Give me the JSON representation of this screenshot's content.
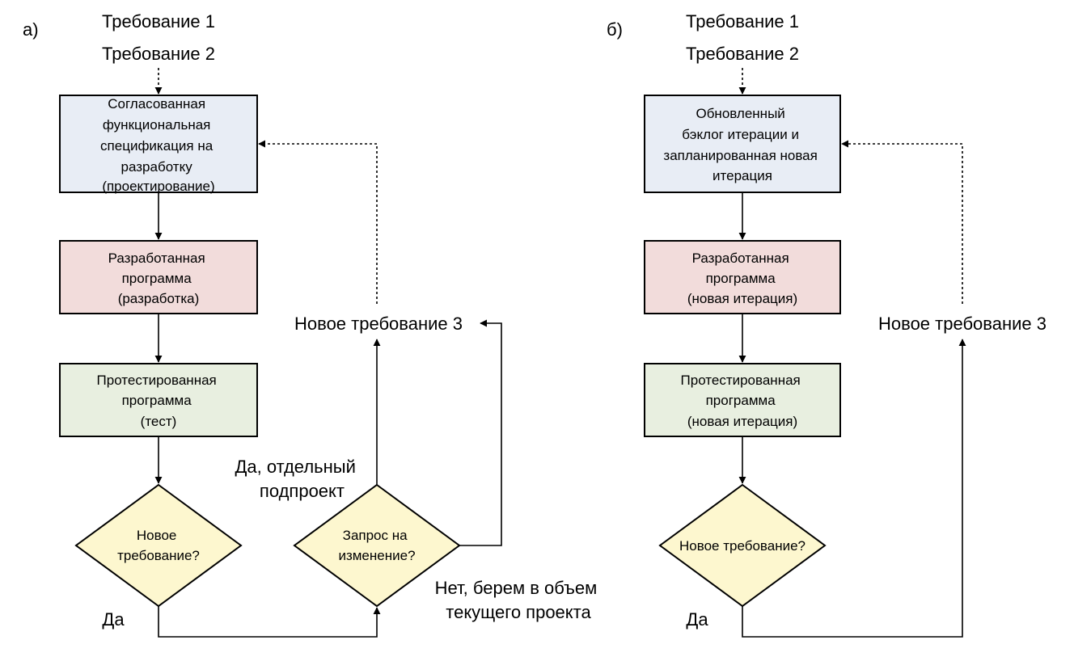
{
  "colors": {
    "blue_box": "#e8edf5",
    "red_box": "#f2dcdb",
    "green_box": "#e8efe0",
    "yellow_diamond": "#fdf7cf",
    "stroke": "#000000"
  },
  "left": {
    "label": "а)",
    "req1": "Требование 1",
    "req2": "Требование 2",
    "box_spec": [
      "Согласованная",
      "функциональная",
      "спецификация на",
      "разработку",
      "(проектирование)"
    ],
    "box_dev": [
      "Разработанная",
      "программа",
      "(разработка)"
    ],
    "box_test": [
      "Протестированная",
      "программа",
      "(тест)"
    ],
    "diamond_new": [
      "Новое",
      "требование?"
    ],
    "yes": "Да",
    "new_req3": "Новое требование 3",
    "yes_separate": [
      "Да, отдельный",
      "подпроект"
    ],
    "diamond_change": [
      "Запрос на",
      "изменение?"
    ],
    "no_scope": [
      "Нет, берем в объем",
      "текущего проекта"
    ]
  },
  "right": {
    "label": "б)",
    "req1": "Требование 1",
    "req2": "Требование 2",
    "box_backlog": [
      "Обновленный",
      "бэклог итерации и",
      "запланированная новая",
      "итерация"
    ],
    "box_dev": [
      "Разработанная",
      "программа",
      "(новая итерация)"
    ],
    "box_test": [
      "Протестированная",
      "программа",
      "(новая итерация)"
    ],
    "diamond_new": [
      "Новое требование?"
    ],
    "yes": "Да",
    "new_req3": "Новое требование 3"
  }
}
